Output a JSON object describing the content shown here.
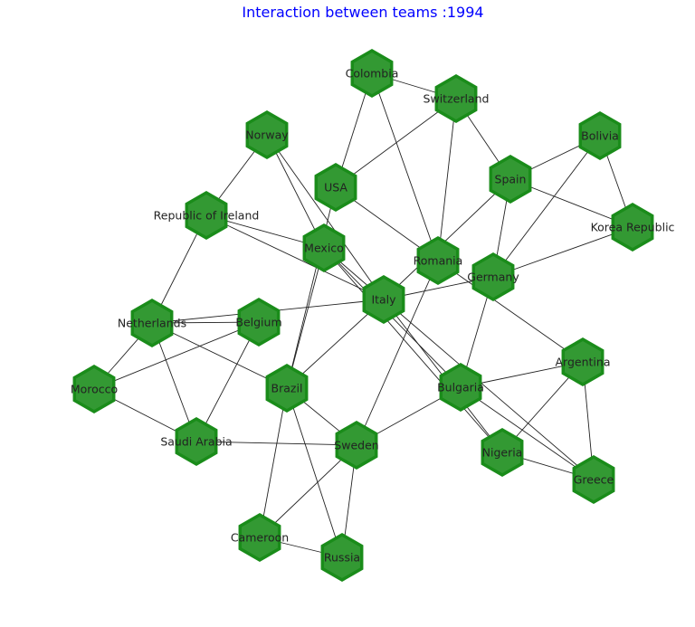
{
  "title": "Interaction between teams :1994",
  "colors": {
    "title": "#0000ff",
    "node_fill": "#339933",
    "node_stroke": "#1a8c1a",
    "edge": "#222222",
    "label": "#222222"
  },
  "node_shape": "hexagon",
  "nodes": [
    {
      "id": "Colombia",
      "label": "Colombia"
    },
    {
      "id": "Switzerland",
      "label": "Switzerland"
    },
    {
      "id": "Norway",
      "label": "Norway"
    },
    {
      "id": "Bolivia",
      "label": "Bolivia"
    },
    {
      "id": "USA",
      "label": "USA"
    },
    {
      "id": "Spain",
      "label": "Spain"
    },
    {
      "id": "Republic of Ireland",
      "label": "Republic of Ireland"
    },
    {
      "id": "Korea Republic",
      "label": "Korea Republic"
    },
    {
      "id": "Mexico",
      "label": "Mexico"
    },
    {
      "id": "Romania",
      "label": "Romania"
    },
    {
      "id": "Germany",
      "label": "Germany"
    },
    {
      "id": "Italy",
      "label": "Italy"
    },
    {
      "id": "Netherlands",
      "label": "Netherlands"
    },
    {
      "id": "Belgium",
      "label": "Belgium"
    },
    {
      "id": "Argentina",
      "label": "Argentina"
    },
    {
      "id": "Morocco",
      "label": "Morocco"
    },
    {
      "id": "Brazil",
      "label": "Brazil"
    },
    {
      "id": "Bulgaria",
      "label": "Bulgaria"
    },
    {
      "id": "Saudi Arabia",
      "label": "Saudi Arabia"
    },
    {
      "id": "Sweden",
      "label": "Sweden"
    },
    {
      "id": "Nigeria",
      "label": "Nigeria"
    },
    {
      "id": "Greece",
      "label": "Greece"
    },
    {
      "id": "Cameroon",
      "label": "Cameroon"
    },
    {
      "id": "Russia",
      "label": "Russia"
    }
  ],
  "edges": [
    [
      "Colombia",
      "Switzerland"
    ],
    [
      "Colombia",
      "USA"
    ],
    [
      "Colombia",
      "Romania"
    ],
    [
      "Switzerland",
      "USA"
    ],
    [
      "Switzerland",
      "Romania"
    ],
    [
      "Switzerland",
      "Spain"
    ],
    [
      "Norway",
      "Republic of Ireland"
    ],
    [
      "Norway",
      "Mexico"
    ],
    [
      "Norway",
      "Italy"
    ],
    [
      "Bolivia",
      "Spain"
    ],
    [
      "Bolivia",
      "Korea Republic"
    ],
    [
      "Bolivia",
      "Germany"
    ],
    [
      "USA",
      "Romania"
    ],
    [
      "USA",
      "Brazil"
    ],
    [
      "Spain",
      "Korea Republic"
    ],
    [
      "Spain",
      "Germany"
    ],
    [
      "Spain",
      "Italy"
    ],
    [
      "Republic of Ireland",
      "Mexico"
    ],
    [
      "Republic of Ireland",
      "Italy"
    ],
    [
      "Republic of Ireland",
      "Netherlands"
    ],
    [
      "Korea Republic",
      "Germany"
    ],
    [
      "Mexico",
      "Italy"
    ],
    [
      "Mexico",
      "Brazil"
    ],
    [
      "Mexico",
      "Bulgaria"
    ],
    [
      "Mexico",
      "Nigeria"
    ],
    [
      "Romania",
      "Argentina"
    ],
    [
      "Romania",
      "Sweden"
    ],
    [
      "Germany",
      "Italy"
    ],
    [
      "Germany",
      "Bulgaria"
    ],
    [
      "Italy",
      "Netherlands"
    ],
    [
      "Italy",
      "Brazil"
    ],
    [
      "Italy",
      "Nigeria"
    ],
    [
      "Italy",
      "Greece"
    ],
    [
      "Netherlands",
      "Belgium"
    ],
    [
      "Netherlands",
      "Morocco"
    ],
    [
      "Netherlands",
      "Saudi Arabia"
    ],
    [
      "Netherlands",
      "Brazil"
    ],
    [
      "Belgium",
      "Morocco"
    ],
    [
      "Belgium",
      "Saudi Arabia"
    ],
    [
      "Argentina",
      "Bulgaria"
    ],
    [
      "Argentina",
      "Nigeria"
    ],
    [
      "Argentina",
      "Greece"
    ],
    [
      "Morocco",
      "Saudi Arabia"
    ],
    [
      "Brazil",
      "Sweden"
    ],
    [
      "Brazil",
      "Cameroon"
    ],
    [
      "Brazil",
      "Russia"
    ],
    [
      "Bulgaria",
      "Sweden"
    ],
    [
      "Bulgaria",
      "Greece"
    ],
    [
      "Saudi Arabia",
      "Sweden"
    ],
    [
      "Sweden",
      "Cameroon"
    ],
    [
      "Sweden",
      "Russia"
    ],
    [
      "Nigeria",
      "Greece"
    ],
    [
      "Cameroon",
      "Russia"
    ]
  ]
}
